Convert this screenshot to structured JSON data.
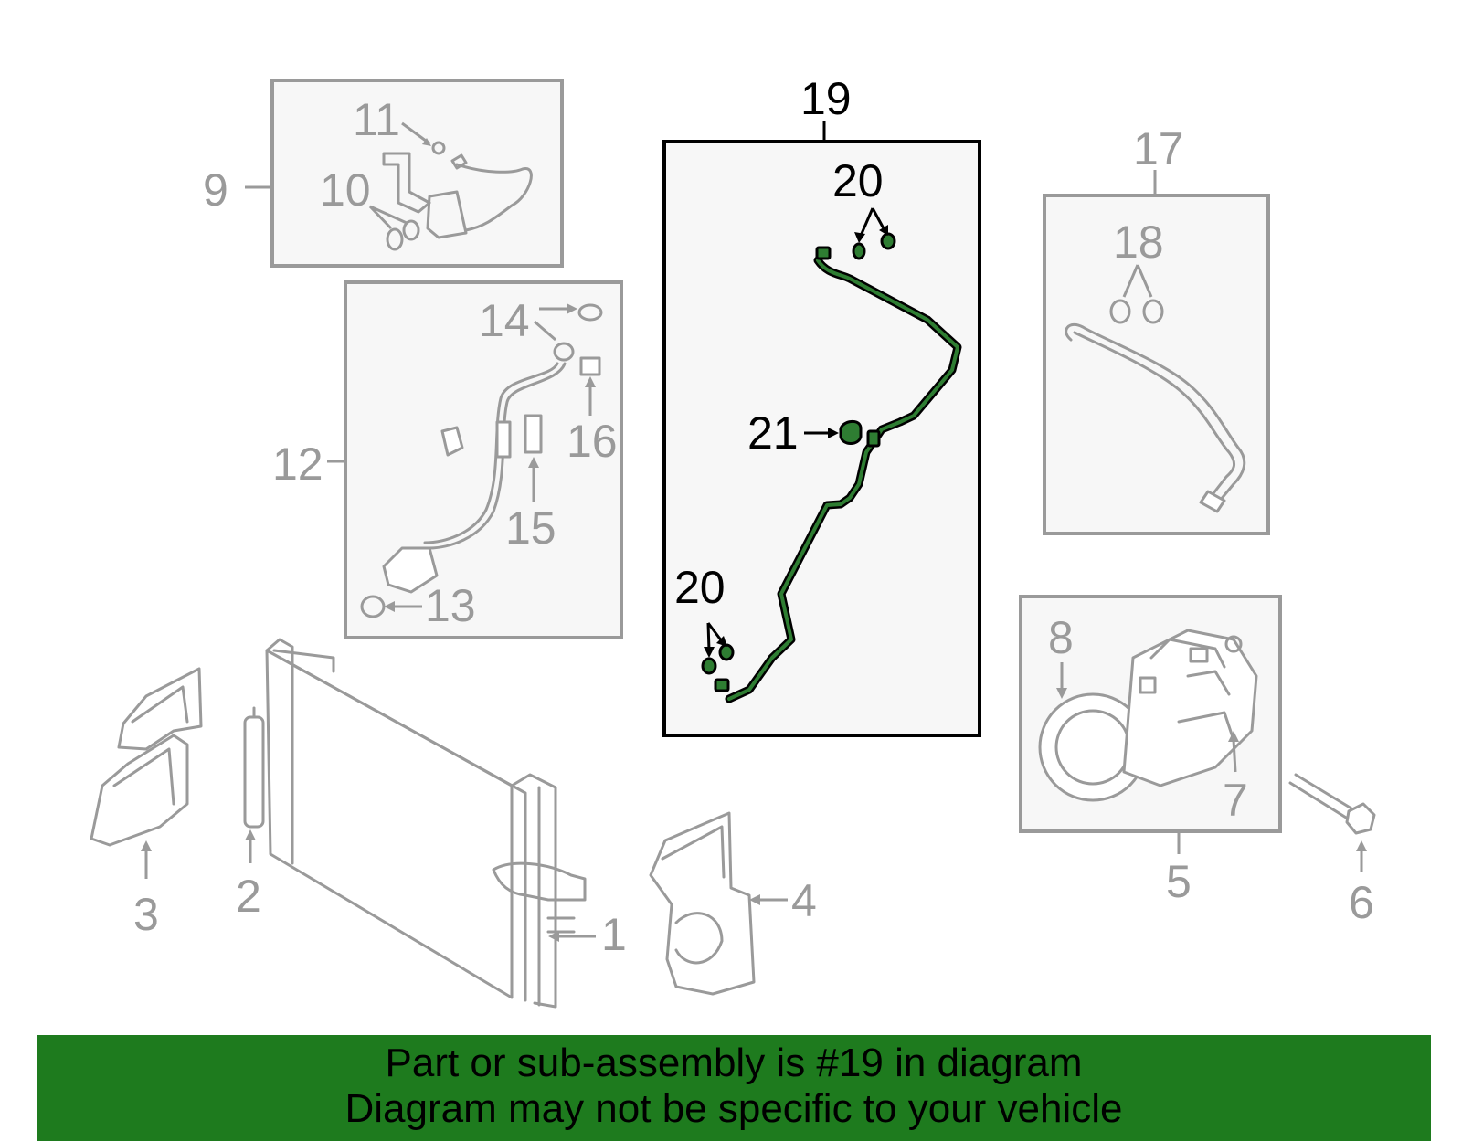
{
  "callouts": {
    "c1": "1",
    "c2": "2",
    "c3": "3",
    "c4": "4",
    "c5": "5",
    "c6": "6",
    "c7": "7",
    "c8": "8",
    "c9": "9",
    "c10": "10",
    "c11": "11",
    "c12": "12",
    "c13": "13",
    "c14": "14",
    "c15": "15",
    "c16": "16",
    "c17": "17",
    "c18": "18",
    "c19": "19",
    "c20a": "20",
    "c20b": "20",
    "c21": "21"
  },
  "highlighted_part": "19",
  "colors": {
    "highlight": "#2e7d32",
    "banner": "#1e7b1e",
    "line_art": "#9a9a9a"
  },
  "banner": {
    "line1": "Part or sub-assembly is #19 in diagram",
    "line2": "Diagram may not be specific to your vehicle"
  }
}
